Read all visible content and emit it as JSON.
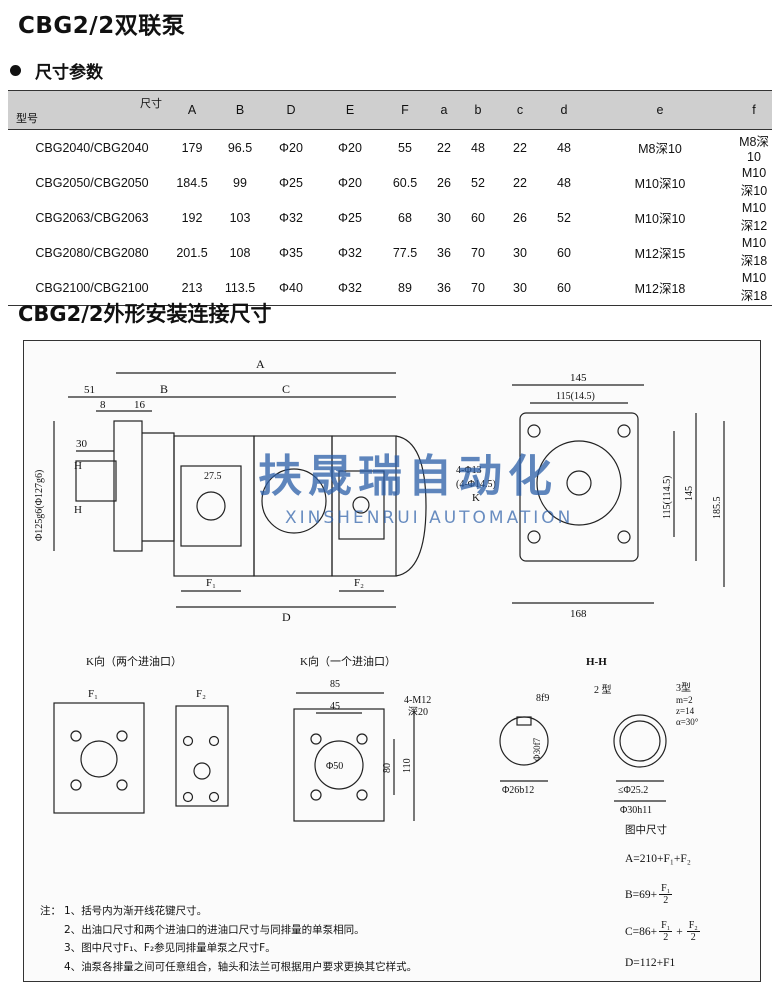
{
  "title": "CBG2/2双联泵",
  "section1": "尺寸参数",
  "table": {
    "header_model": "型号",
    "header_size": "尺寸",
    "columns": [
      "A",
      "B",
      "D",
      "E",
      "F",
      "a",
      "b",
      "c",
      "d",
      "e",
      "f"
    ],
    "rows": [
      [
        "CBG2040/CBG2040",
        "179",
        "96.5",
        "Φ20",
        "Φ20",
        "55",
        "22",
        "48",
        "22",
        "48",
        "M8深10",
        "M8深10"
      ],
      [
        "CBG2050/CBG2050",
        "184.5",
        "99",
        "Φ25",
        "Φ20",
        "60.5",
        "26",
        "52",
        "22",
        "48",
        "M10深10",
        "M10深10"
      ],
      [
        "CBG2063/CBG2063",
        "192",
        "103",
        "Φ32",
        "Φ25",
        "68",
        "30",
        "60",
        "26",
        "52",
        "M10深10",
        "M10深12"
      ],
      [
        "CBG2080/CBG2080",
        "201.5",
        "108",
        "Φ35",
        "Φ32",
        "77.5",
        "36",
        "70",
        "30",
        "60",
        "M12深15",
        "M10深18"
      ],
      [
        "CBG2100/CBG2100",
        "213",
        "113.5",
        "Φ40",
        "Φ32",
        "89",
        "36",
        "70",
        "30",
        "60",
        "M12深18",
        "M10深18"
      ]
    ]
  },
  "section2": "CBG2/2外形安装连接尺寸",
  "drawing": {
    "dims": {
      "A": "A",
      "B": "B",
      "C": "C",
      "D": "D",
      "F1": "F₁",
      "F2": "F₂",
      "d51": "51",
      "d8": "8",
      "d16": "16",
      "d30": "30",
      "H": "H",
      "shaft": "Φ125g6(Φ127g6)",
      "d27_5": "27.5",
      "w145": "145",
      "w115": "115(14.5)",
      "h145": "145",
      "h115": "115(114.5)",
      "h185": "185.5",
      "w168": "168",
      "holes": "4-Φ13",
      "holes2": "(4-Φ14.5)",
      "K": "K"
    },
    "view_k2": "K向（两个进油口）",
    "view_k1": "K向（一个进油口）",
    "view_hh": "H-H",
    "k1_dims": {
      "d85": "85",
      "d45": "45",
      "m12": "4-M12",
      "depth": "深20",
      "d80": "80",
      "d110": "110",
      "d50": "Φ50"
    },
    "hh_dims": {
      "type2": "2 型",
      "type3": "3型",
      "m": "m=2",
      "z": "z=14",
      "alpha": "α=30°",
      "d8f9": "8f9",
      "d30f7": "Φ30f7",
      "d26": "Φ26b12",
      "d25": "≤Φ25.2",
      "d30h": "Φ30h11"
    },
    "formulas_title": "图中尺寸",
    "formulas": [
      "A=210+F₁+F₂",
      "B=69+",
      "C=86+",
      "D=112+F1"
    ],
    "frac": {
      "F1": "F₁",
      "F2": "F₂",
      "two": "2"
    }
  },
  "watermark": {
    "cn": "扶晟瑞自动化",
    "en": "XINSHENRUI AUTOMATION"
  },
  "notes": {
    "label": "注：",
    "items": [
      {
        "n": "1、",
        "t": "括号内为渐开线花键尺寸。"
      },
      {
        "n": "2、",
        "t": "出油口尺寸和两个进油口的进油口尺寸与同排量的单泵相同。"
      },
      {
        "n": "3、",
        "t": "图中尺寸F₁、F₂参见同排量单泵之尺寸F。"
      },
      {
        "n": "4、",
        "t": "油泵各排量之间可任意组合，轴头和法兰可根据用户要求更换其它样式。"
      }
    ]
  }
}
